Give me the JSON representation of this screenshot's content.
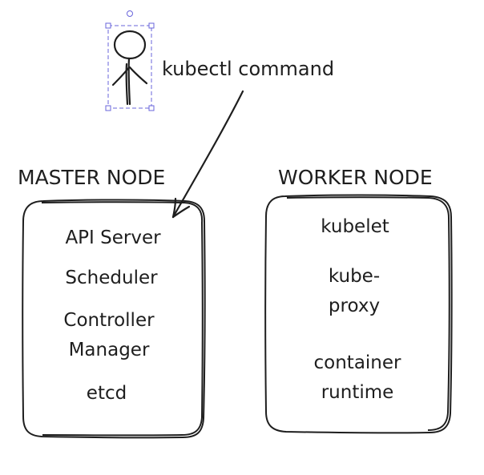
{
  "actor": {
    "icon": "stick-figure-icon",
    "selected": true
  },
  "command_label": "kubectl command",
  "master": {
    "title": "MASTER NODE",
    "items": [
      "API Server",
      "Scheduler",
      "Controller Manager",
      "etcd"
    ]
  },
  "worker": {
    "title": "WORKER NODE",
    "items": [
      "kubelet",
      "kube-proxy",
      "container runtime"
    ]
  },
  "colors": {
    "stroke": "#1e1e1e",
    "selection": "#6965db",
    "background": "#ffffff"
  }
}
